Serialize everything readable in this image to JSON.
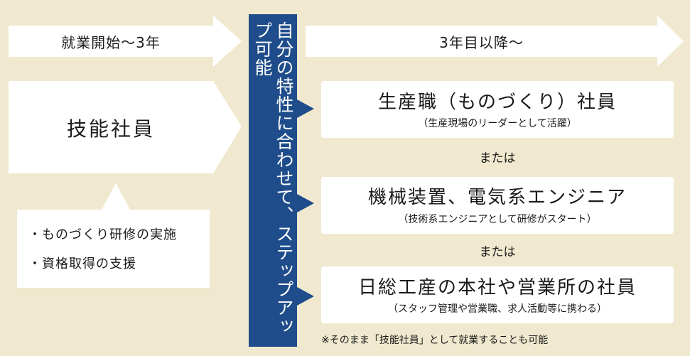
{
  "colors": {
    "background": "#f0e9cf",
    "band": "#1f4d8c",
    "box": "#ffffff",
    "text": "#1a1a1a"
  },
  "left": {
    "period_label": "就業開始～3年",
    "skill_worker": "技能社員",
    "support_items": [
      "・ものづくり研修の実施",
      "・資格取得の支援"
    ]
  },
  "center": {
    "vertical_text": "自分の特性に合わせて、ステップアップ可能"
  },
  "right": {
    "period_label": "3年目以降～",
    "options": [
      {
        "title": "生産職（ものづくり）社員",
        "note": "（生産現場のリーダーとして活躍）"
      },
      {
        "title": "機械装置、電気系エンジニア",
        "note": "（技術系エンジニアとして研修がスタート）"
      },
      {
        "title": "日総工産の本社や営業所の社員",
        "note": "（スタッフ管理や営業職、求人活動等に携わる）"
      }
    ],
    "or_label": "または"
  },
  "footnote": "※そのまま「技能社員」として就業することも可能"
}
